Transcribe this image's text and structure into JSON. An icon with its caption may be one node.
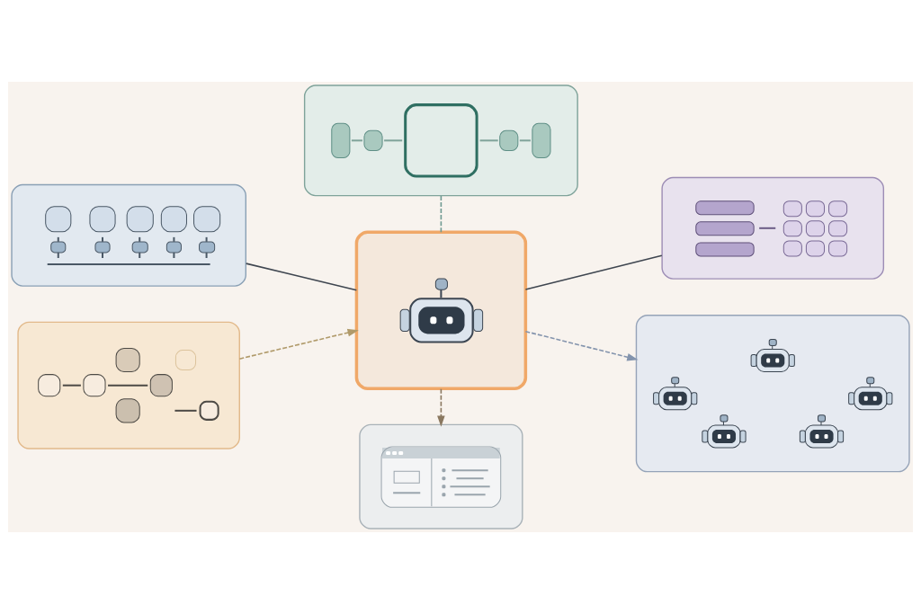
{
  "diagram": {
    "nodes": [
      {
        "text": [],
        "shape": "picture"
      },
      {
        "text": [],
        "shape": "picture"
      },
      {
        "text": [],
        "shape": "picture"
      },
      {
        "text": [],
        "shape": "picture"
      },
      {
        "text": [],
        "shape": "picture"
      },
      {
        "text": [],
        "shape": "picture"
      },
      {
        "text": [],
        "shape": "picture"
      }
    ],
    "edges": [
      {
        "from": 0,
        "to": 2,
        "arrow": "none",
        "style": "dashed",
        "color": "#6f9a92"
      },
      {
        "from": 1,
        "to": 2,
        "arrow": "none"
      },
      {
        "from": 2,
        "to": 3,
        "arrow": "none"
      },
      {
        "from": 4,
        "to": 2,
        "arrow": "to",
        "style": "dashed",
        "color": "#b09a6a"
      },
      {
        "from": 2,
        "to": 5,
        "arrow": "to",
        "style": "dashed",
        "color": "#8494ad"
      },
      {
        "from": 2,
        "to": 6,
        "arrow": "to",
        "style": "dashed",
        "color": "#8a7860"
      }
    ]
  }
}
